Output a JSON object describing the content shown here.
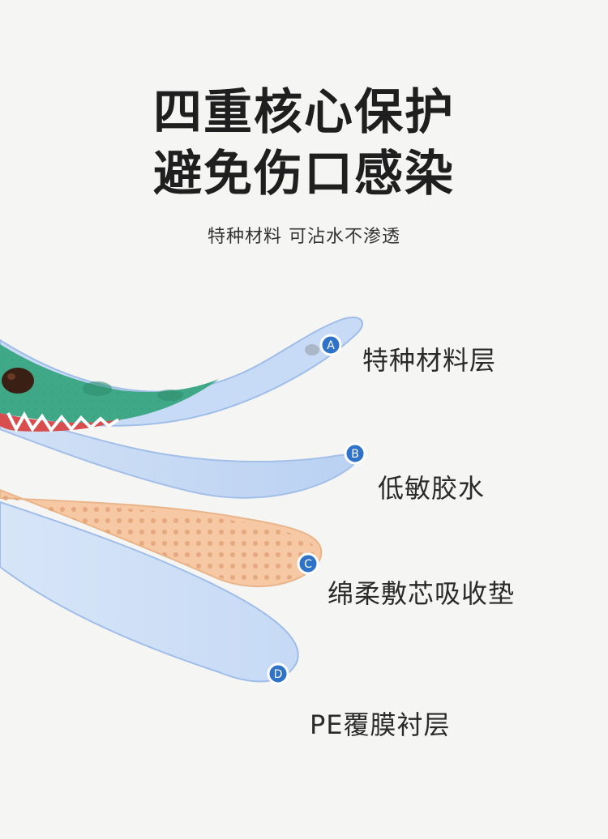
{
  "headline": {
    "line1": "四重核心保护",
    "line2": "避免伤口感染"
  },
  "subtitle": "特种材料 可沾水不渗透",
  "layers": [
    {
      "badge": "A",
      "label": "特种材料层"
    },
    {
      "badge": "B",
      "label": "低敏胶水"
    },
    {
      "badge": "C",
      "label": "绵柔敷芯吸收垫"
    },
    {
      "badge": "D",
      "label": "PE覆膜衬层"
    }
  ],
  "colors": {
    "background": "#f5f5f3",
    "badge_blue": "#2f73c9",
    "layer_top_green": "#3fa886",
    "layer_blue": "#c9dcf6",
    "pad_peach": "#f6c9a4"
  }
}
